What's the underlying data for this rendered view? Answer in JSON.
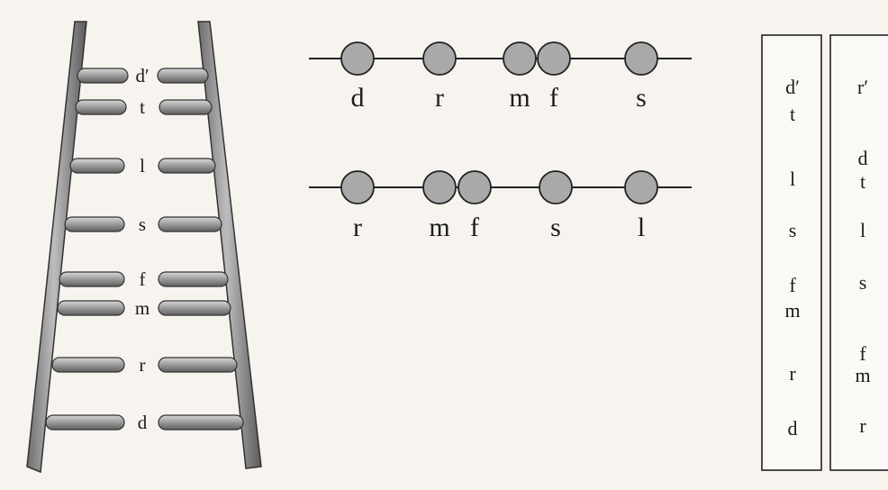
{
  "ladder": {
    "rungs": [
      {
        "label": "d′"
      },
      {
        "label": "t"
      },
      {
        "label": "l"
      },
      {
        "label": "s"
      },
      {
        "label": "f"
      },
      {
        "label": "m"
      },
      {
        "label": "r"
      },
      {
        "label": "d"
      }
    ]
  },
  "bead_lines": [
    {
      "labels": [
        "d",
        "r",
        "m",
        "f",
        "s"
      ]
    },
    {
      "labels": [
        "r",
        "m",
        "f",
        "s",
        "l"
      ]
    }
  ],
  "columns": [
    {
      "labels": [
        "d′",
        "t",
        "l",
        "s",
        "f",
        "m",
        "r",
        "d"
      ]
    },
    {
      "labels": [
        "r′",
        "d",
        "t",
        "l",
        "s",
        "f",
        "m",
        "r"
      ]
    }
  ]
}
